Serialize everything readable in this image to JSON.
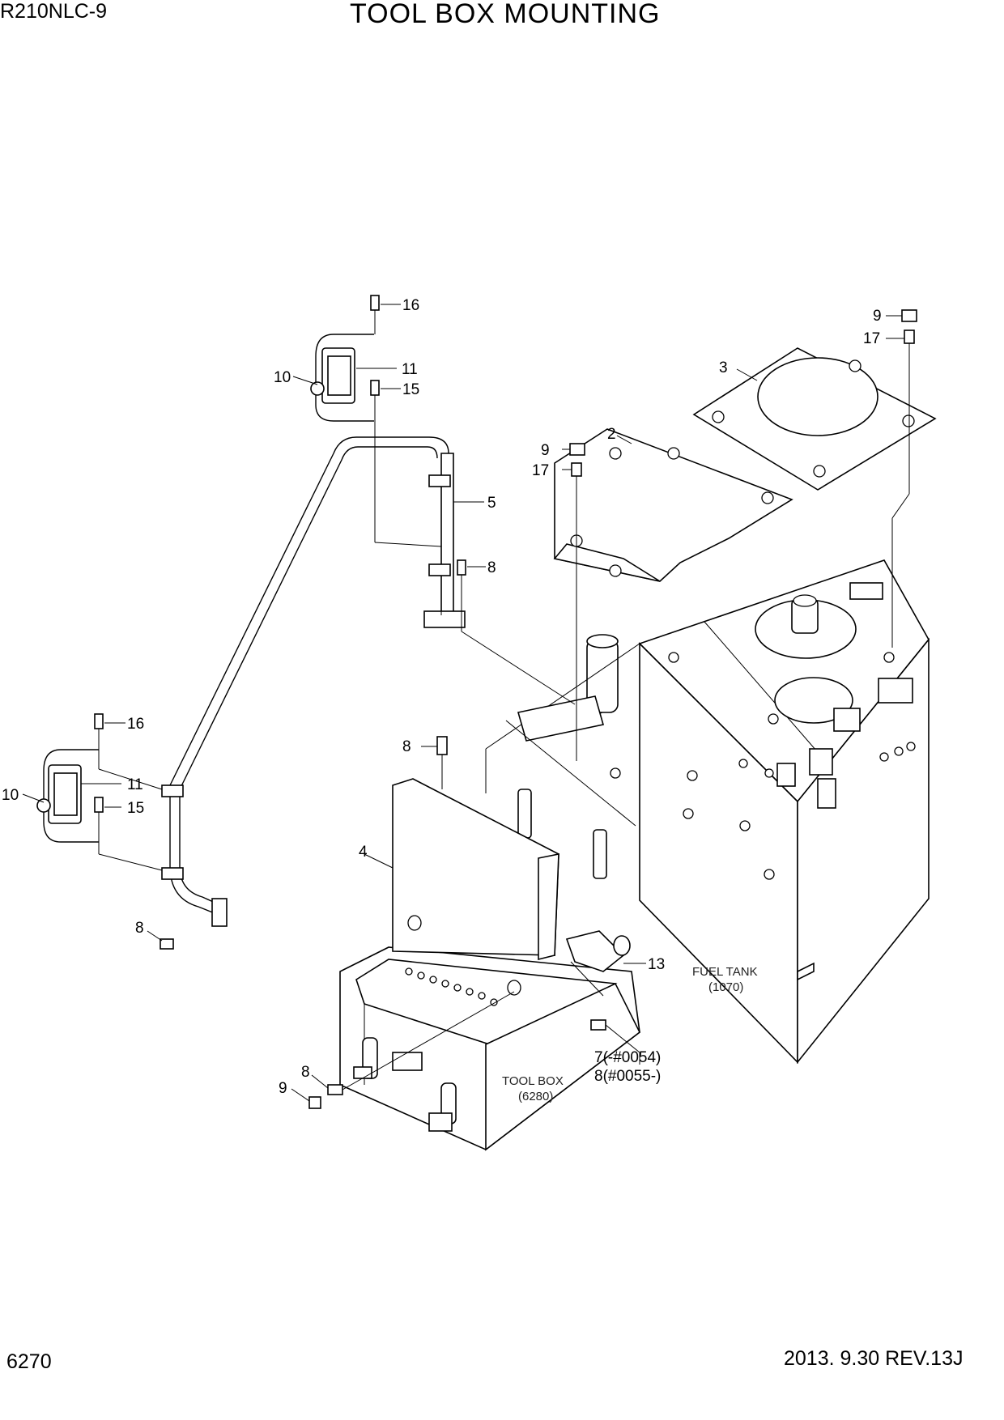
{
  "header": {
    "model": "R210NLC-9",
    "title": "TOOL BOX MOUNTING"
  },
  "footer": {
    "page_number": "6270",
    "date_rev": "2013. 9.30  REV.13J"
  },
  "captions": {
    "fuel_tank": {
      "name": "FUEL TANK",
      "ref": "(1070)"
    },
    "tool_box": {
      "name": "TOOL BOX",
      "ref": "(6280)"
    }
  },
  "callouts": {
    "c16_top": "16",
    "c11_top": "11",
    "c10_top": "10",
    "c15_top": "15",
    "c5": "5",
    "c8_pole": "8",
    "c9_plate2": "9",
    "c17_plate2": "17",
    "c2": "2",
    "c9_plate3": "9",
    "c17_plate3": "17",
    "c3": "3",
    "c16_left": "16",
    "c11_left": "11",
    "c10_left": "10",
    "c15_left": "15",
    "c8_cover": "8",
    "c4": "4",
    "c8_bottom": "8",
    "c13": "13",
    "c7": "7(-#0054)",
    "c8_serial": "8(#0055-)",
    "c8_box": "8",
    "c9_box": "9"
  }
}
